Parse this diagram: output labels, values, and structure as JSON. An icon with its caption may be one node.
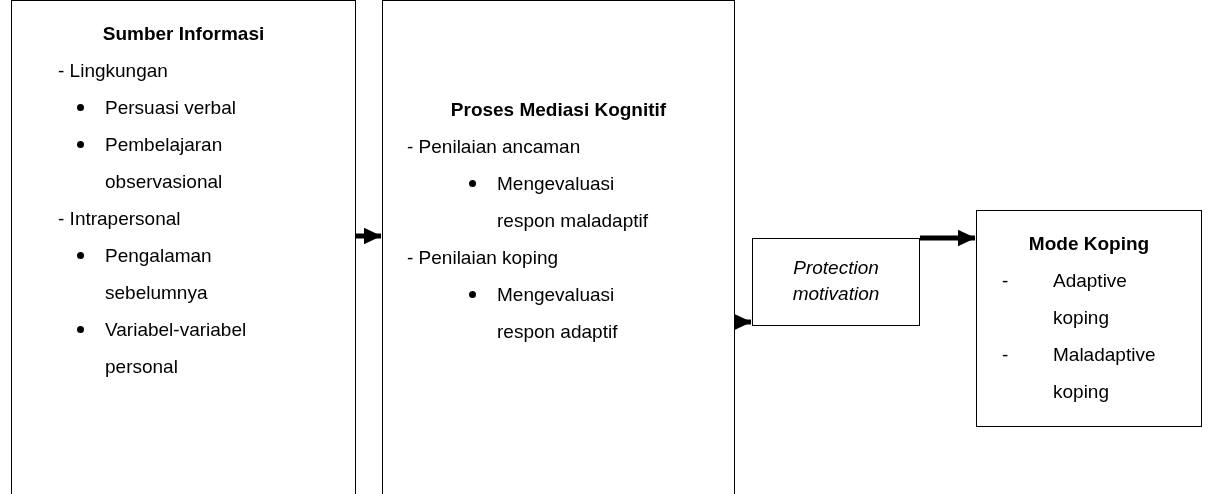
{
  "diagram": {
    "nodes": [
      {
        "text": [
          "Sumber Informasi",
          "- Lingkungan",
          "Persuasi verbal",
          "Pembelajaran observasional",
          "- Intrapersonal",
          "Pengalaman sebelumnya",
          "Variabel-variabel personal"
        ]
      },
      {
        "text": [
          "Proses Mediasi Kognitif",
          "- Penilaian ancaman",
          "Mengevaluasi respon maladaptif",
          "- Penilaian koping",
          "Mengevaluasi respon adaptif"
        ]
      },
      {
        "text": [
          "Protection motivation"
        ]
      },
      {
        "text": [
          "Mode Koping",
          "- Adaptive koping",
          "- Maladaptive koping"
        ]
      }
    ],
    "edges": [
      {
        "from": 0,
        "to": 1,
        "arrow": "to"
      },
      {
        "from": 1,
        "to": 2,
        "arrow": "to"
      },
      {
        "from": 2,
        "to": 3,
        "arrow": "to"
      }
    ]
  }
}
